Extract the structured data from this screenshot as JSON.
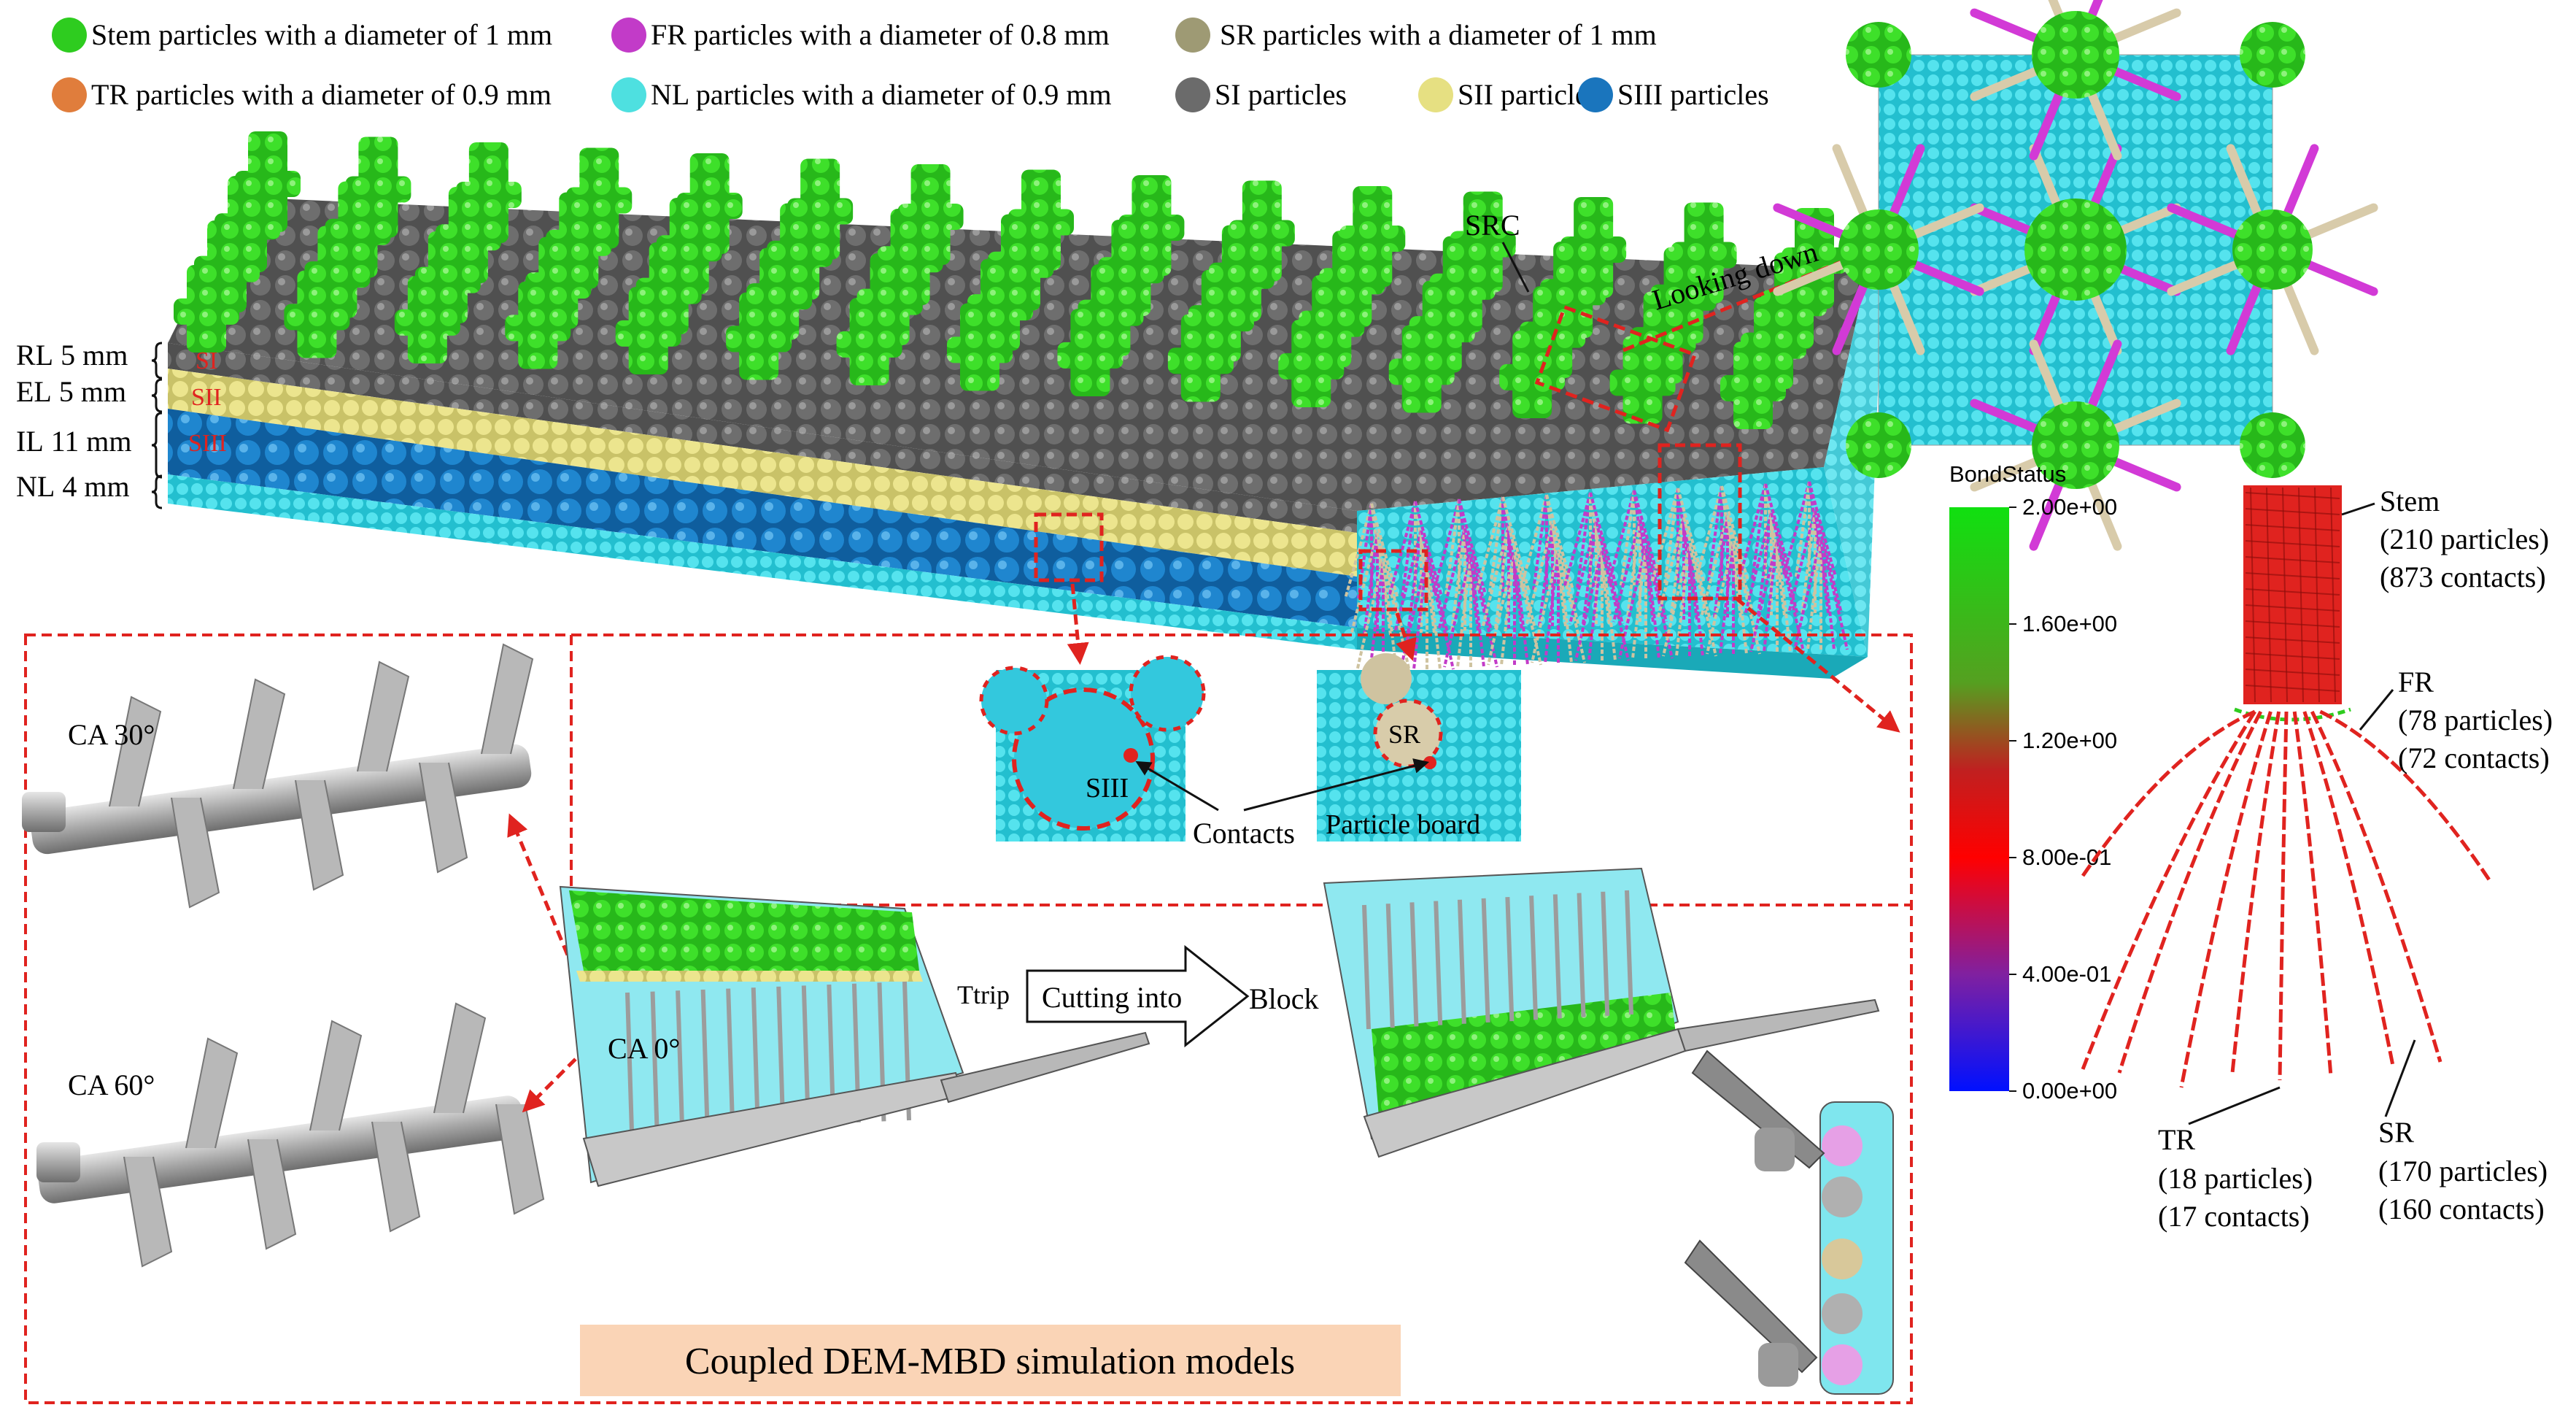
{
  "legend": [
    {
      "label": "Stem particles with a diameter of 1 mm",
      "color": "#2ecc1f"
    },
    {
      "label": "FR particles with a diameter of 0.8 mm",
      "color": "#c23bc8"
    },
    {
      "label": "SR particles with a diameter of 1 mm",
      "color": "#9e9a74"
    },
    {
      "label": "TR particles with a diameter of 0.9 mm",
      "color": "#e07d3c"
    },
    {
      "label": "NL particles with a diameter of 0.9 mm",
      "color": "#4ee0e0"
    },
    {
      "label": "SI particles",
      "color": "#6b6b6b"
    },
    {
      "label": "SII particles",
      "color": "#e6e082"
    },
    {
      "label": "SIII particles",
      "color": "#1a75bd"
    }
  ],
  "layers": [
    {
      "name": "RL",
      "thickness": "5 mm",
      "soil": "SI"
    },
    {
      "name": "EL",
      "thickness": "5 mm",
      "soil": "SII"
    },
    {
      "name": "IL",
      "thickness": "11 mm",
      "soil": "SIII"
    },
    {
      "name": "NL",
      "thickness": "4 mm",
      "soil": ""
    }
  ],
  "annotations": {
    "src": "SRC",
    "looking_down": "Looking down",
    "contacts": "Contacts",
    "siii": "SIII",
    "sr": "SR",
    "particle_board": "Particle board"
  },
  "colorbar": {
    "title": "BondStatus",
    "ticks": [
      "2.00e+00",
      "1.60e+00",
      "1.20e+00",
      "8.00e-01",
      "4.00e-01",
      "0.00e+00"
    ]
  },
  "root_model": {
    "stem": [
      "Stem",
      "(210 particles)",
      "(873 contacts)"
    ],
    "fr": [
      "FR",
      "(78 particles)",
      "(72 contacts)"
    ],
    "tr": [
      "TR",
      "(18 particles)",
      "(17 contacts)"
    ],
    "sr": [
      "SR",
      "(170 particles)",
      "(160 contacts)"
    ]
  },
  "machine": {
    "ca30": "CA 30°",
    "ca60": "CA 60°",
    "ca0": "CA 0°",
    "ttrip": "Ttrip",
    "cutting": "Cutting into",
    "block": "Block"
  },
  "caption": "Coupled DEM-MBD simulation models"
}
